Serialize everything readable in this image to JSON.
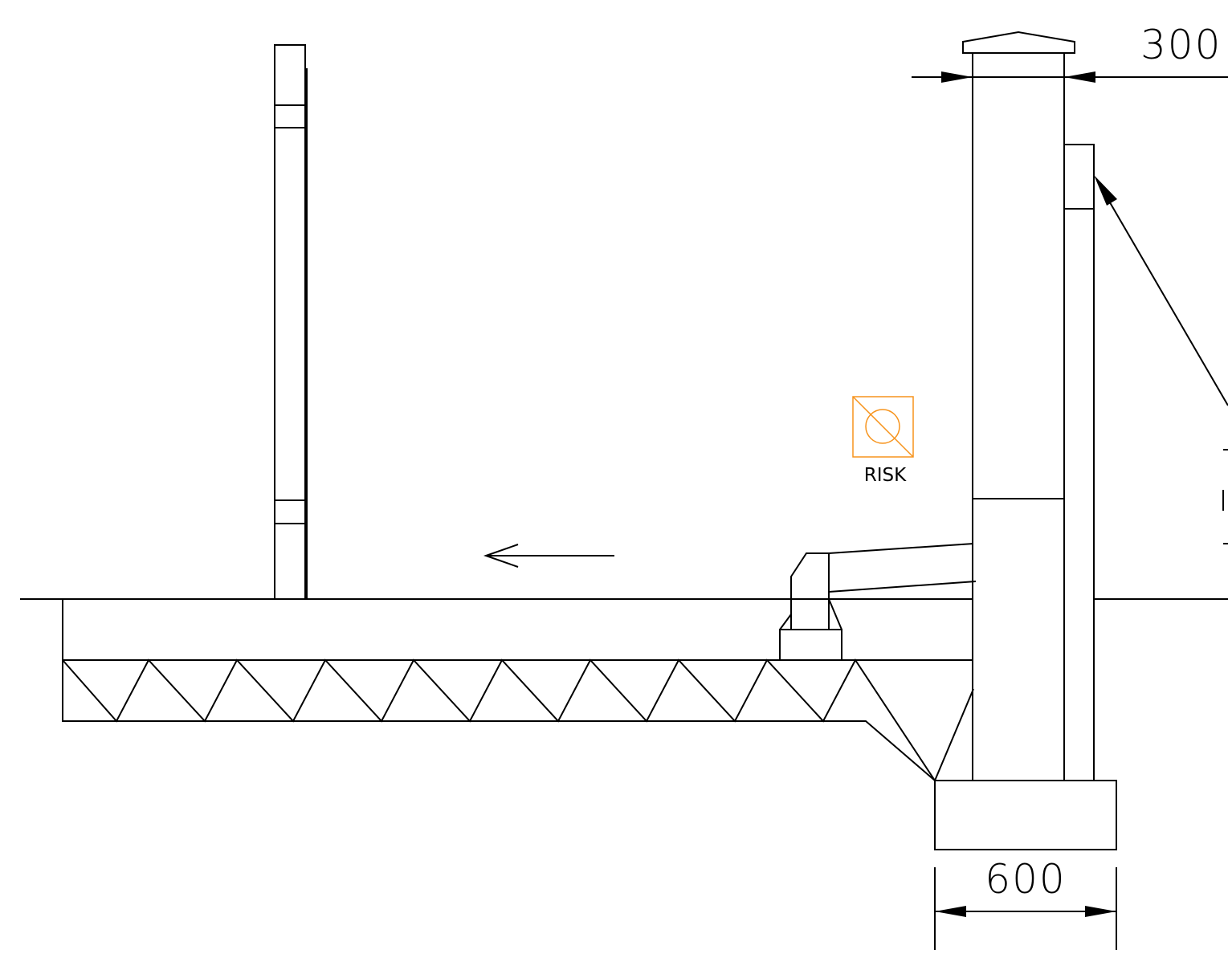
{
  "dimensions": {
    "post_width": "300",
    "footing_width": "600"
  },
  "risk_symbol": {
    "label": "RISK",
    "color": "#F7941D"
  },
  "colors": {
    "line": "#000000",
    "background": "#FFFFFF"
  }
}
